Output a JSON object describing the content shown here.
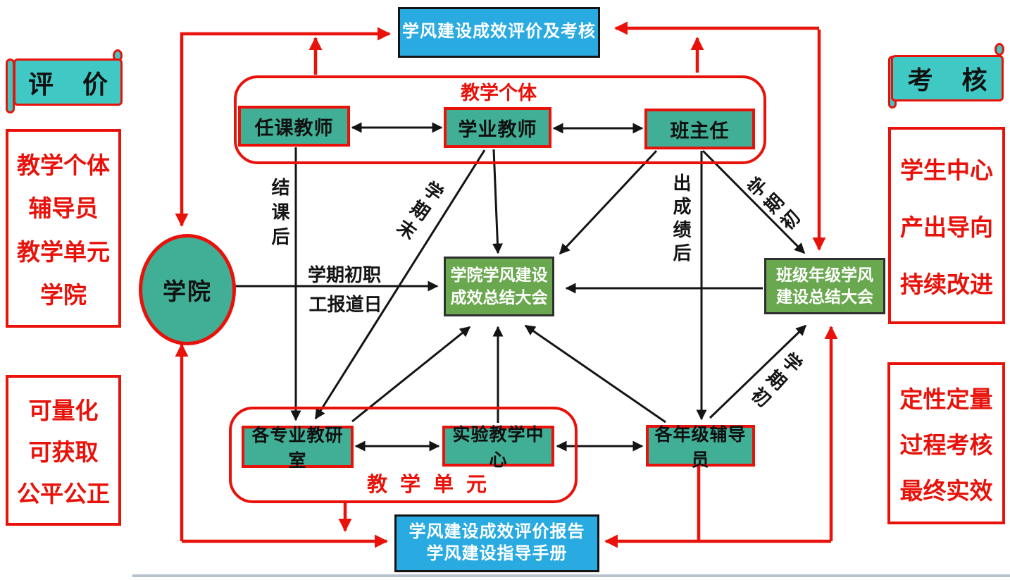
{
  "colors": {
    "accent_red": "#e8120a",
    "node_teal": "#41ae96",
    "banner_teal": "#3fc8c4",
    "meeting_green": "#6aa84f",
    "report_blue": "#29abe2",
    "line_black": "#141414"
  },
  "top_box": {
    "label": "学风建设成效评价及考核"
  },
  "bottom_box": {
    "line1": "学风建设成效评价报告",
    "line2": "学风建设指导手册"
  },
  "banners": {
    "left": "评 价",
    "right": "考 核"
  },
  "side_boxes": {
    "evaluation_objects": {
      "items": [
        "教学个体",
        "辅导员",
        "教学单元",
        "学院"
      ]
    },
    "evaluation_principles": {
      "items": [
        "可量化",
        "可获取",
        "公平公正"
      ]
    },
    "assessment_concepts": {
      "items": [
        "学生中心",
        "产出导向",
        "持续改进"
      ]
    },
    "assessment_methods": {
      "items": [
        "定性定量",
        "过程考核",
        "最终实效"
      ]
    }
  },
  "nodes": {
    "college": "学院",
    "teaching_individual_label": "教学个体",
    "subject_teacher": "任课教师",
    "academic_teacher": "学业教师",
    "class_director": "班主任",
    "college_meeting": {
      "line1": "学院学风建设",
      "line2": "成效总结大会"
    },
    "grade_meeting": {
      "line1": "班级年级学风",
      "line2": "建设总结大会"
    },
    "teaching_unit_label": "教学单元",
    "research_office": "各专业教研室",
    "lab_center": "实验教学中心",
    "grade_counselors": "各年级辅导员"
  },
  "edge_labels": {
    "after_course_end": "结课后",
    "semester_end": "学期末",
    "after_grades_out": "出成绩后",
    "semester_start_top": "学期初",
    "semester_start_bottom": "学期初",
    "staff_report_line1": "学期初职",
    "staff_report_line2": "工报道日"
  }
}
